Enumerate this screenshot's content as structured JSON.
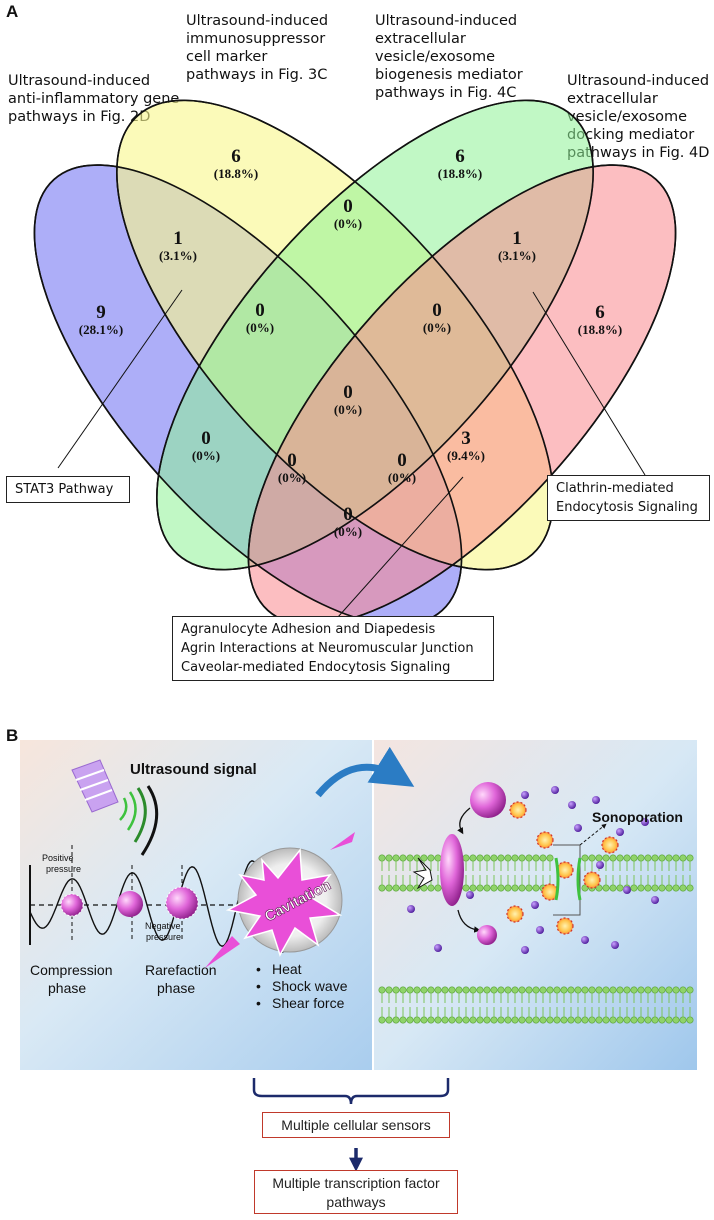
{
  "panelA": {
    "letter": "A",
    "sets": [
      {
        "label": "Ultrasound-induced anti-inflammatory gene pathways in Fig. 2D",
        "color": "#9b9cf6"
      },
      {
        "label": "Ultrasound-induced immunosuppressor cell marker pathways in Fig. 3C",
        "color": "#f9f78e"
      },
      {
        "label": "Ultrasound-induced extracellular vesicle/exosome biogenesis mediator pathways in Fig. 4C",
        "color": "#8ef296"
      },
      {
        "label": "Ultrasound-induced extracellular vesicle/exosome docking mediator pathways in Fig. 4D",
        "color": "#f9898e"
      }
    ],
    "regions": [
      {
        "id": "A_only",
        "count": "9",
        "pct": "(28.1%)"
      },
      {
        "id": "B_only",
        "count": "6",
        "pct": "(18.8%)"
      },
      {
        "id": "C_only",
        "count": "6",
        "pct": "(18.8%)"
      },
      {
        "id": "D_only",
        "count": "6",
        "pct": "(18.8%)"
      },
      {
        "id": "AB",
        "count": "1",
        "pct": "(3.1%)"
      },
      {
        "id": "BC",
        "count": "0",
        "pct": "(0%)"
      },
      {
        "id": "CD",
        "count": "1",
        "pct": "(3.1%)"
      },
      {
        "id": "ABC",
        "count": "0",
        "pct": "(0%)"
      },
      {
        "id": "BCD",
        "count": "0",
        "pct": "(0%)"
      },
      {
        "id": "AC",
        "count": "0",
        "pct": "(0%)"
      },
      {
        "id": "ABCD",
        "count": "0",
        "pct": "(0%)"
      },
      {
        "id": "BD",
        "count": "3",
        "pct": "(9.4%)"
      },
      {
        "id": "ACD",
        "count": "0",
        "pct": "(0%)"
      },
      {
        "id": "ABD",
        "count": "0",
        "pct": "(0%)"
      },
      {
        "id": "AD",
        "count": "0",
        "pct": "(0%)"
      }
    ],
    "callouts": {
      "stat3": "STAT3 Pathway",
      "clathrin_lines": [
        "Clathrin-mediated",
        "Endocytosis Signaling"
      ],
      "bottom_lines": [
        "Agranulocyte Adhesion and Diapedesis",
        "Agrin Interactions at Neuromuscular Junction",
        "Caveolar-mediated Endocytosis Signaling"
      ]
    }
  },
  "panelB": {
    "letter": "B",
    "ultrasound_signal": "Ultrasound signal",
    "positive_pressure_lines": [
      "Positive",
      "pressure"
    ],
    "negative_pressure_lines": [
      "Negative",
      "pressure"
    ],
    "compression_lines": [
      "Compression",
      "phase"
    ],
    "rarefaction_lines": [
      "Rarefaction",
      "phase"
    ],
    "cavitation": "Cavitation",
    "effects": [
      "Heat",
      "Shock wave",
      "Shear force"
    ],
    "sonoporation": "Sonoporation",
    "sensors_box": "Multiple cellular sensors",
    "tf_box_lines": [
      "Multiple transcription factor",
      "pathways"
    ],
    "colors": {
      "flow_box_border": "#c0392b",
      "brace": "#1c2a6b",
      "arrow": "#2b7cc4",
      "bubble": "#e066d9"
    }
  }
}
